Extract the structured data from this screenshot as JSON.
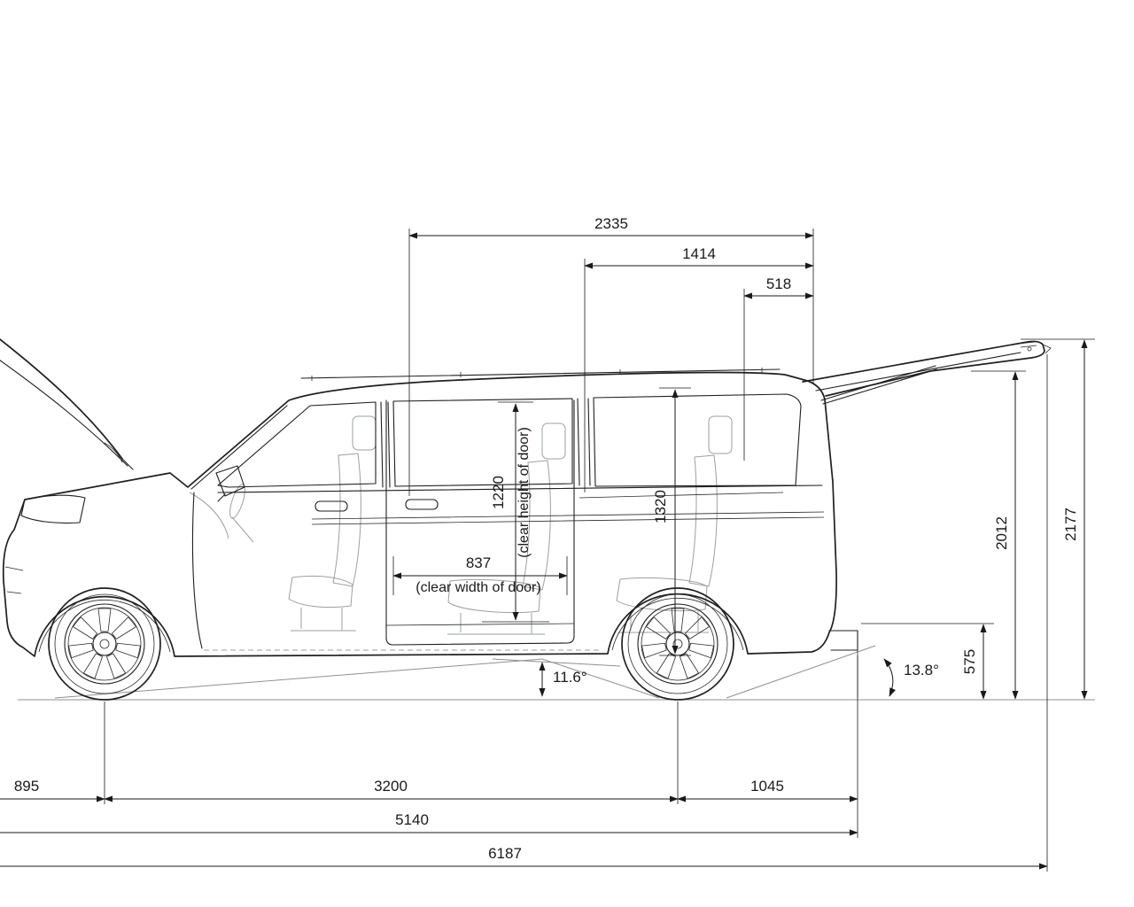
{
  "diagram": {
    "subject": "van-side-view-dimension-drawing"
  },
  "dimensions": {
    "opening_to_rear": "2335",
    "mid_to_rear": "1414",
    "rear_section": "518",
    "door_clear_height": "1220",
    "door_clear_height_note": "(clear height of door)",
    "door_clear_width": "837",
    "door_clear_width_note": "(clear width of door)",
    "rear_interior_height": "1320",
    "height_tailgate_open_lower": "2012",
    "overall_height_tailgate_open": "2177",
    "loading_sill_height": "575",
    "breakover_angle": "11.6°",
    "departure_angle": "13.8°",
    "front_overhang": "895",
    "wheelbase": "3200",
    "rear_overhang": "1045",
    "overall_length": "5140",
    "overall_length_tailgate_open": "6187"
  }
}
